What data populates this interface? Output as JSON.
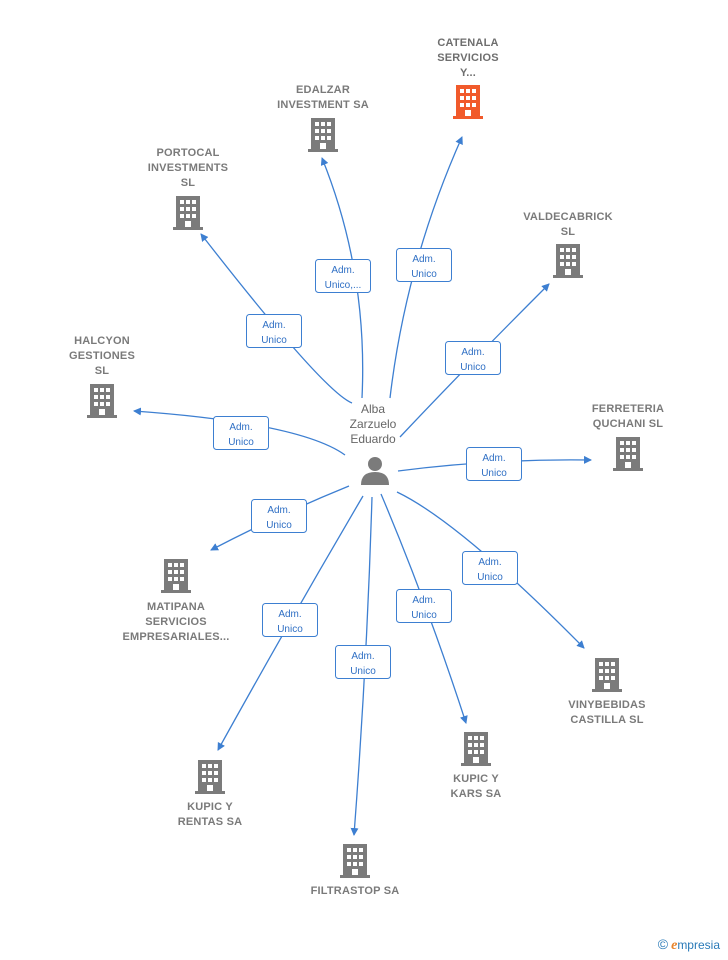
{
  "colors": {
    "edge": "#3d7fd1",
    "building": "#7b7b7b",
    "building_highlight": "#f15a2b",
    "person": "#7b7b7b"
  },
  "person": {
    "name_lines": [
      "Alba",
      "Zarzuelo",
      "Eduardo"
    ]
  },
  "companies": [
    {
      "id": "catenala",
      "lines": [
        "CATENALA",
        "SERVICIOS",
        "Y..."
      ],
      "highlight": true,
      "role": [
        "Adm.",
        "Unico"
      ]
    },
    {
      "id": "edalzar",
      "lines": [
        "EDALZAR",
        "INVESTMENT SA"
      ],
      "highlight": false,
      "role": [
        "Adm.",
        "Unico,..."
      ]
    },
    {
      "id": "portocal",
      "lines": [
        "PORTOCAL",
        "INVESTMENTS",
        "SL"
      ],
      "highlight": false,
      "role": [
        "Adm.",
        "Unico"
      ]
    },
    {
      "id": "valdecabrick",
      "lines": [
        "VALDECABRICK",
        "SL"
      ],
      "highlight": false,
      "role": [
        "Adm.",
        "Unico"
      ]
    },
    {
      "id": "halcyon",
      "lines": [
        "HALCYON",
        "GESTIONES",
        "SL"
      ],
      "highlight": false,
      "role": [
        "Adm.",
        "Unico"
      ]
    },
    {
      "id": "ferreteria",
      "lines": [
        "FERRETERIA",
        "QUCHANI SL"
      ],
      "highlight": false,
      "role": [
        "Adm.",
        "Unico"
      ]
    },
    {
      "id": "matipana",
      "lines": [
        "MATIPANA",
        "SERVICIOS",
        "EMPRESARIALES..."
      ],
      "highlight": false,
      "role": [
        "Adm.",
        "Unico"
      ]
    },
    {
      "id": "vinybebidas",
      "lines": [
        "VINYBEBIDAS",
        "CASTILLA SL"
      ],
      "highlight": false,
      "role": [
        "Adm.",
        "Unico"
      ]
    },
    {
      "id": "kupic-kars",
      "lines": [
        "KUPIC Y",
        "KARS SA"
      ],
      "highlight": false,
      "role": [
        "Adm.",
        "Unico"
      ]
    },
    {
      "id": "kupic-rentas",
      "lines": [
        "KUPIC Y",
        "RENTAS SA"
      ],
      "highlight": false,
      "role": [
        "Adm.",
        "Unico"
      ]
    },
    {
      "id": "filtrastop",
      "lines": [
        "FILTRASTOP SA"
      ],
      "highlight": false,
      "role": [
        "Adm.",
        "Unico"
      ]
    }
  ],
  "footer": {
    "copyright": "©",
    "brand_initial": "e",
    "brand_rest": "mpresia"
  }
}
